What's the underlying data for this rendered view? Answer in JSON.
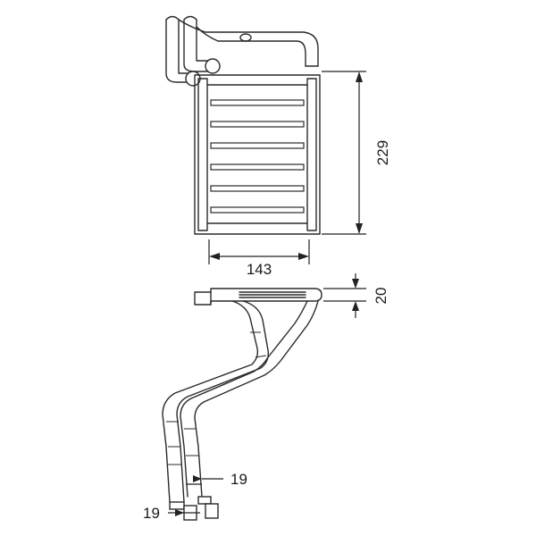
{
  "dimensions": {
    "height": "229",
    "width": "143",
    "depth": "20",
    "pipe_left": "19",
    "pipe_right": "19"
  }
}
